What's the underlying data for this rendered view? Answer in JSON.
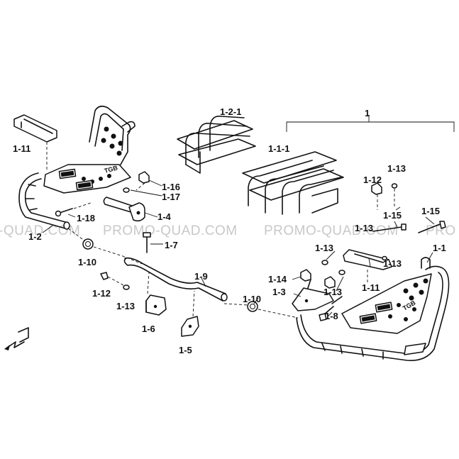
{
  "watermark": {
    "left_fragment": "-QUAD.COM",
    "center": "PROMO-QUAD.COM",
    "right": "PROMO-QUAD.COM",
    "right_fragment": "PRO"
  },
  "tread_logo_text": "TGB",
  "labels": {
    "l_1": "1",
    "l_1_1": "1-1",
    "l_1_1_1": "1-1-1",
    "l_1_2": "1-2",
    "l_1_2_1": "1-2-1",
    "l_1_3": "1-3",
    "l_1_4": "1-4",
    "l_1_5": "1-5",
    "l_1_6": "1-6",
    "l_1_7": "1-7",
    "l_1_8": "1-8",
    "l_1_9": "1-9",
    "l_1_10_a": "1-10",
    "l_1_10_b": "1-10",
    "l_1_11_a": "1-11",
    "l_1_11_b": "1-11",
    "l_1_12_a": "1-12",
    "l_1_12_b": "1-12",
    "l_1_13_a": "1-13",
    "l_1_13_b": "1-13",
    "l_1_13_c": "1-13",
    "l_1_13_d": "1-13",
    "l_1_13_e": "1-13",
    "l_1_13_f": "1-13",
    "l_1_14": "1-14",
    "l_1_15_a": "1-15",
    "l_1_15_b": "1-15",
    "l_1_16": "1-16",
    "l_1_17": "1-17",
    "l_1_18": "1-18"
  }
}
